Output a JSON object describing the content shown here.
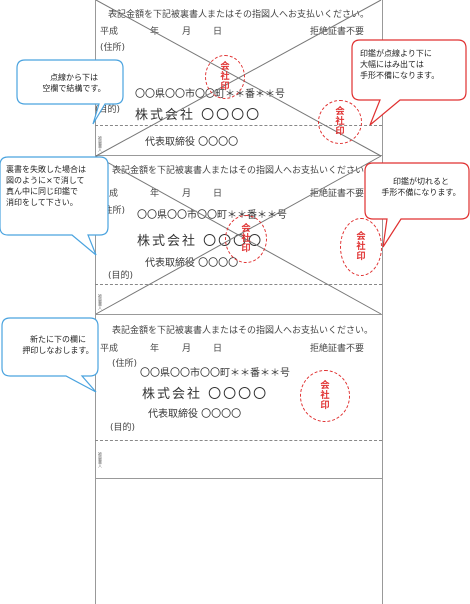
{
  "sheet": {
    "heading": "表記金額を下記被裏書人またはその指図人へお支払いください。",
    "date_era": "平成",
    "date_year": "年",
    "date_month": "月",
    "date_day": "日",
    "refusal_waived": "拒絶証書不要",
    "address_label": "(住所)",
    "purpose_label": "(目的)",
    "address_value": "〇〇県〇〇市〇〇町＊＊番＊＊号",
    "company": "株式会社 〇〇〇〇",
    "representative": "代表取締役 〇〇〇〇",
    "endorsee_label": "被裏書人"
  },
  "seal_text": "会\n社\n印",
  "callouts": {
    "top_left": "点線から下は\n空欄で結構です。",
    "top_right": "印鑑が点線より下に\n大幅にはみ出ては\n手形不備になります。",
    "mid_left": "裏書を失敗した場合は\n図のように×で消して\n真ん中に同じ印鑑で\n消印をして下さい。",
    "mid_right": "印鑑が切れると\n手形不備になります。",
    "bottom_left": "新たに下の欄に\n押印しなおします。"
  },
  "colors": {
    "callout_left_border": "#4aa3df",
    "callout_right_border": "#e03030",
    "seal": "#e03030"
  }
}
